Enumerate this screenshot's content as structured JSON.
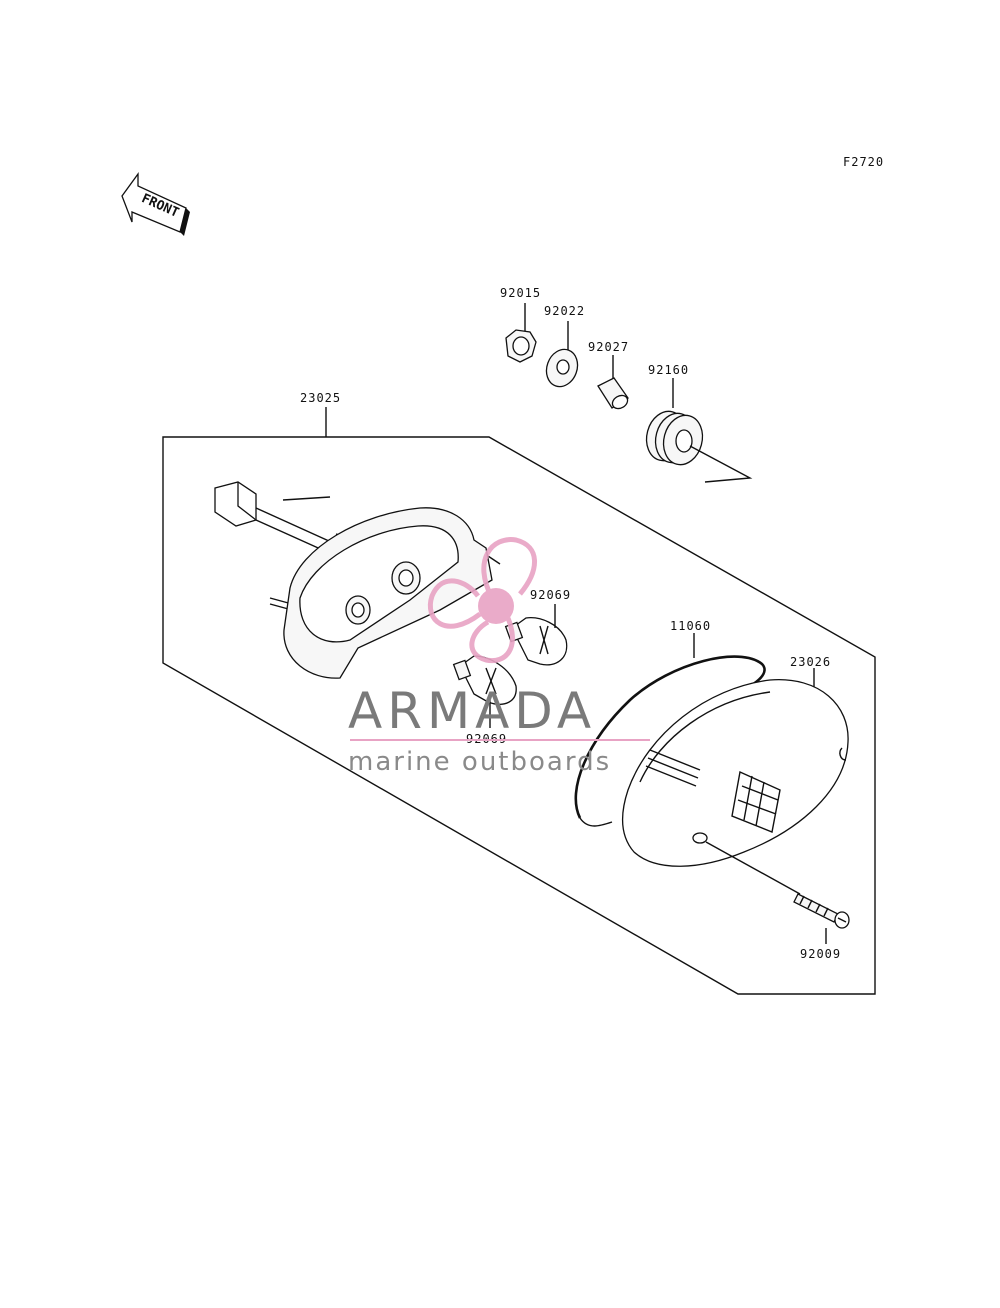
{
  "figure_code": "F2720",
  "front_label": "FRONT",
  "parts": {
    "p92015": "92015",
    "p92022": "92022",
    "p92027": "92027",
    "p92160": "92160",
    "p23025": "23025",
    "p92069_upper": "92069",
    "p92069_lower": "92069",
    "p11060": "11060",
    "p23026": "23026",
    "p92009": "92009"
  },
  "watermark": {
    "brand": "ARMADA",
    "tagline": "marine outboards",
    "brand_color": "#e8a3c4"
  }
}
